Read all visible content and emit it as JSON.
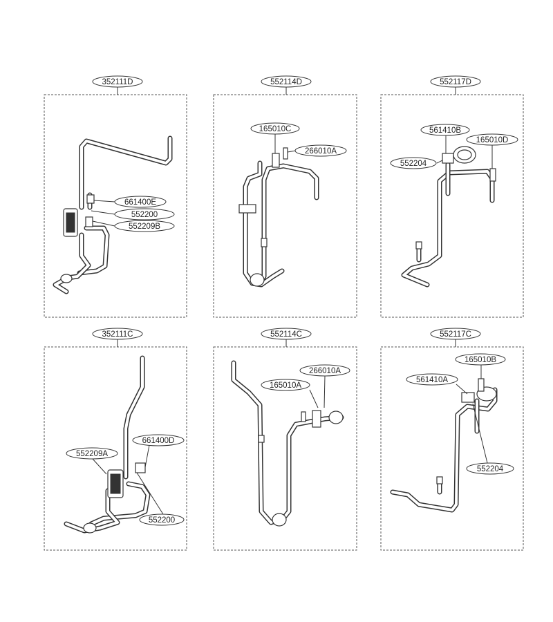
{
  "panels": [
    {
      "id": "panel-1",
      "header": "352111D",
      "callouts": [
        "661400E",
        "552200",
        "552209B"
      ]
    },
    {
      "id": "panel-2",
      "header": "552114D",
      "callouts": [
        "165010C",
        "266010A"
      ]
    },
    {
      "id": "panel-3",
      "header": "552117D",
      "callouts": [
        "561410B",
        "165010D",
        "552204"
      ]
    },
    {
      "id": "panel-4",
      "header": "352111C",
      "callouts": [
        "661400D",
        "552209A",
        "552200"
      ]
    },
    {
      "id": "panel-5",
      "header": "552114C",
      "callouts": [
        "266010A",
        "165010A"
      ]
    },
    {
      "id": "panel-6",
      "header": "552117C",
      "callouts": [
        "165010B",
        "561410A",
        "552204"
      ]
    }
  ]
}
